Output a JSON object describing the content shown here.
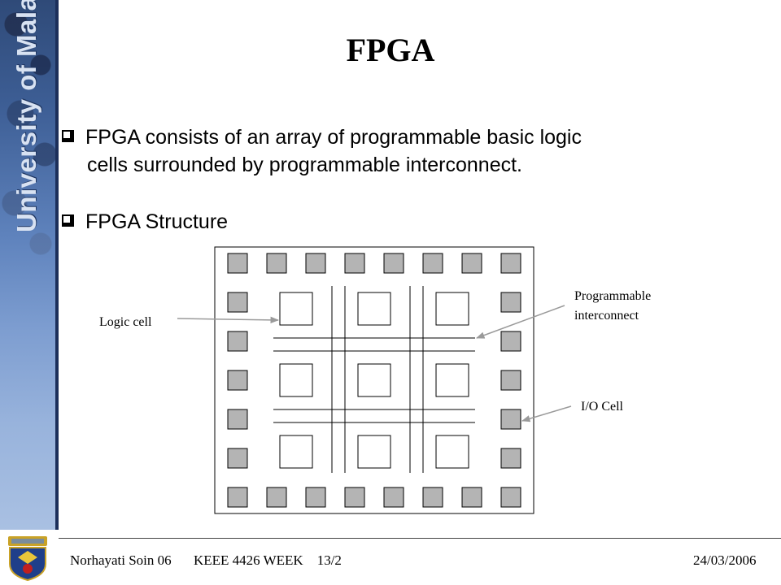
{
  "banner": {
    "text": "University of Malaya",
    "colors": {
      "top": "#2f4a78",
      "bottom": "#a9c0e2"
    }
  },
  "title": "FPGA",
  "bullets": [
    {
      "line1": "FPGA consists of an array of programmable basic logic",
      "line2": "cells surrounded by programmable interconnect."
    },
    {
      "line1": "FPGA Structure"
    }
  ],
  "diagram": {
    "labels": {
      "logic_cell": "Logic cell",
      "interconnect_line1": "Programmable",
      "interconnect_line2": "interconnect",
      "io_cell": "I/O Cell"
    },
    "logic_grid": {
      "rows": 3,
      "cols": 3
    },
    "io_cells_per_side": 8,
    "io_color": "#b4b4b4"
  },
  "footer": {
    "author": "Norhayati Soin 06",
    "course": "KEEE 4426 WEEK    13/2",
    "date": "24/03/2006"
  }
}
